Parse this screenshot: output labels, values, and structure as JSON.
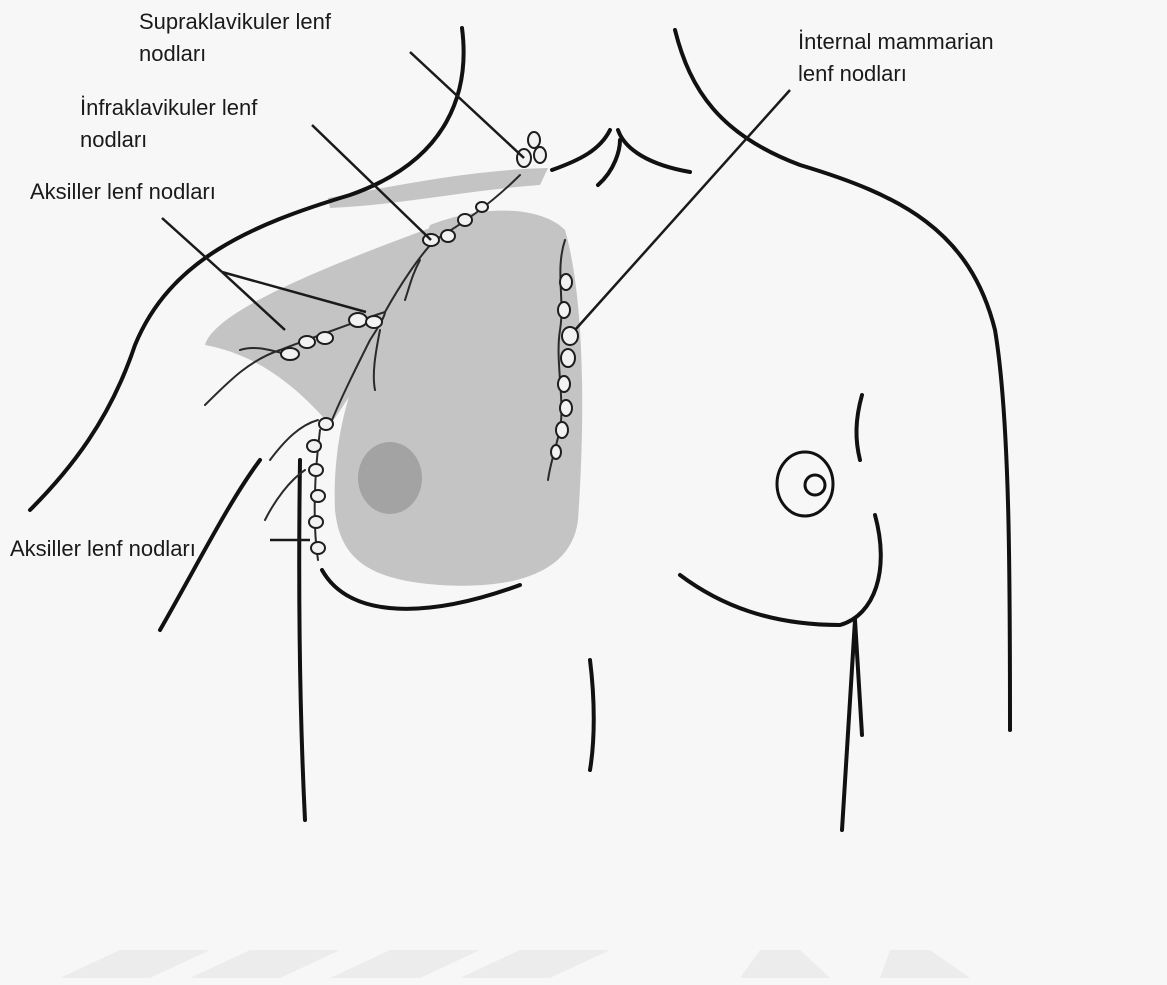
{
  "labels": {
    "supraclavicular": [
      "Supraklavikuler lenf",
      "nodları"
    ],
    "infraclavicular": [
      "İnfraklavikuler lenf",
      "nodları"
    ],
    "axillary_upper": [
      "Aksiller lenf nodları"
    ],
    "axillary_lower": [
      "Aksiller lenf nodları"
    ],
    "internal_mammary": [
      "İnternal mammarian",
      "lenf nodları"
    ]
  },
  "colors": {
    "background": "#f7f7f7",
    "breast_shade": "#c4c4c4",
    "areola_shade": "#a3a3a3",
    "outline": "#111111",
    "watermark": "#ececec"
  }
}
